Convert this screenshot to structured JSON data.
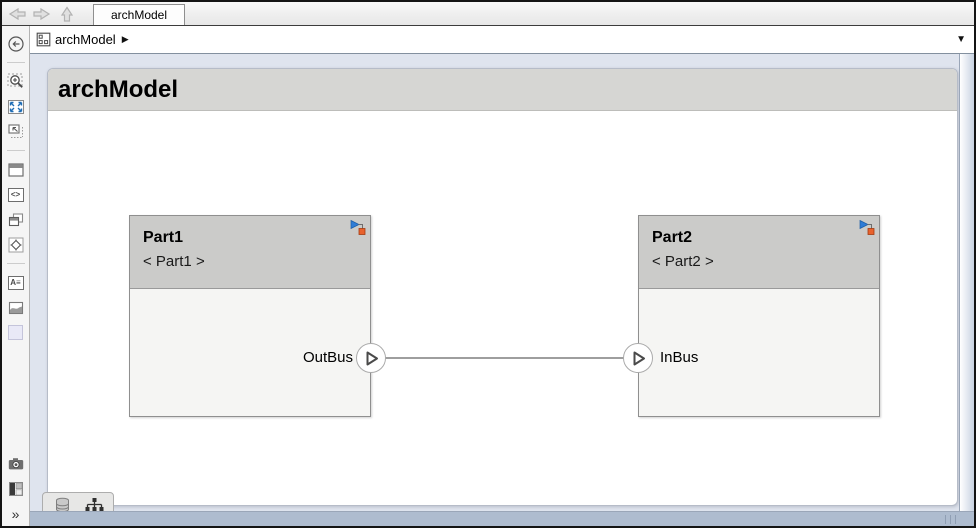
{
  "tab_bar": {
    "active_tab": "archModel"
  },
  "breadcrumb": {
    "model_name": "archModel",
    "expander_glyph": "▶",
    "dropdown_glyph": "▼"
  },
  "canvas": {
    "title": "archModel"
  },
  "blocks": [
    {
      "name": "Part1",
      "stereotype": "< Part1 >",
      "ports": [
        {
          "name": "OutBus",
          "direction": "output",
          "side": "right"
        }
      ]
    },
    {
      "name": "Part2",
      "stereotype": "< Part2 >",
      "ports": [
        {
          "name": "InBus",
          "direction": "input",
          "side": "left"
        }
      ]
    }
  ],
  "connections": [
    {
      "from": "Part1.OutBus",
      "to": "Part2.InBus"
    }
  ],
  "sidebar_icons": {
    "annotation_glyph": "A≡",
    "code_glyph": "<>",
    "expand_glyph": "»"
  },
  "colors": {
    "canvas_margin_bg": "#dfe4ee",
    "sheet_title_bg": "#d6d6d3",
    "block_header_bg": "#cbcbc9",
    "block_body_bg": "#f5f5f3",
    "block_border": "#8f8f8f",
    "connection_line": "#9e9e9e",
    "badge_blue": "#2f7cd6",
    "badge_orange": "#e8622d",
    "scroll_strip": "#aebccf"
  }
}
